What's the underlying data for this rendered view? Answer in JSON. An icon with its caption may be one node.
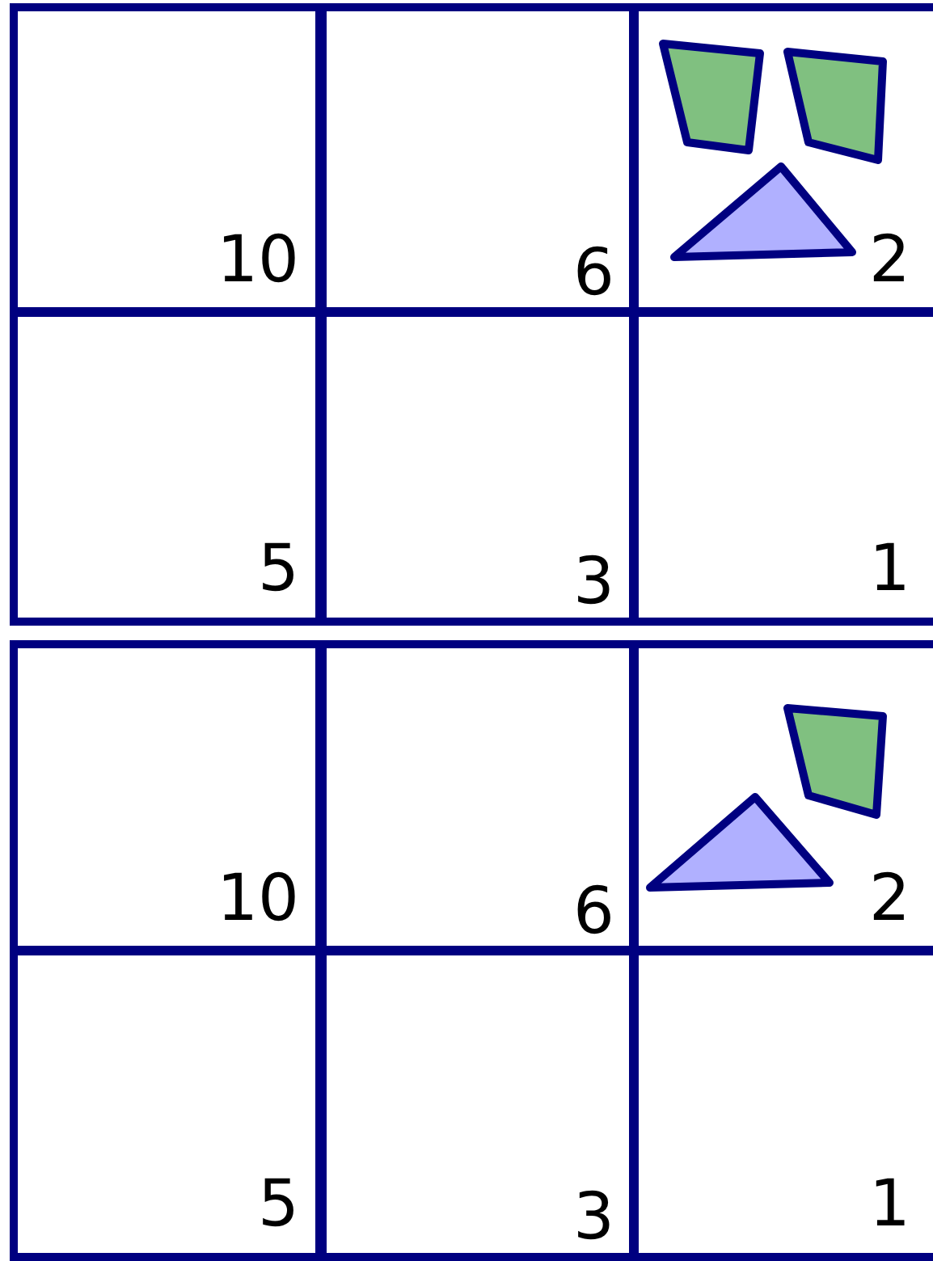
{
  "diagram": {
    "nodes": [
      {
        "text": [
          "10"
        ]
      },
      {
        "text": [
          "6"
        ]
      },
      {
        "text": [
          "2"
        ]
      },
      {
        "text": [
          "5"
        ]
      },
      {
        "text": [
          "3"
        ]
      },
      {
        "text": [
          "1"
        ]
      },
      {
        "text": [
          "10"
        ]
      },
      {
        "text": [
          "6"
        ]
      },
      {
        "text": [
          "2"
        ]
      },
      {
        "text": [
          "5"
        ]
      },
      {
        "text": [
          "3"
        ]
      },
      {
        "text": [
          "1"
        ]
      }
    ]
  }
}
